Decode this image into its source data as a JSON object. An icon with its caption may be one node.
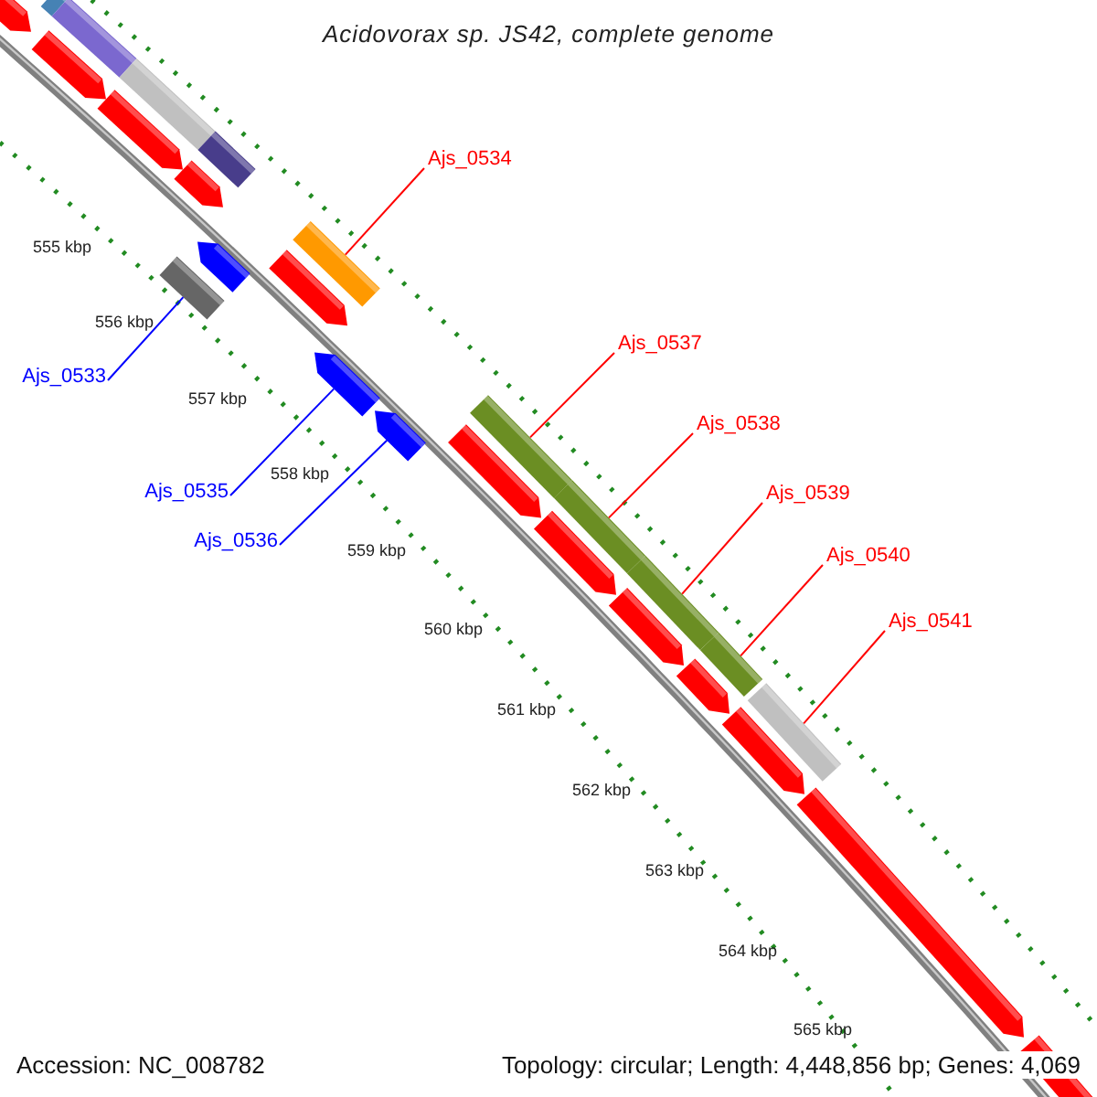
{
  "diagram": {
    "title": "Acidovorax sp. JS42, complete genome",
    "nodes": [
      {
        "text": [
          "Ajs_0534"
        ]
      },
      {
        "text": [
          "Ajs_0537"
        ]
      },
      {
        "text": [
          "Ajs_0538"
        ]
      },
      {
        "text": [
          "Ajs_0539"
        ]
      },
      {
        "text": [
          "Ajs_0540"
        ]
      },
      {
        "text": [
          "Ajs_0541"
        ]
      },
      {
        "text": [
          "Ajs_0533"
        ]
      },
      {
        "text": [
          "Ajs_0535"
        ]
      },
      {
        "text": [
          "Ajs_0536"
        ]
      },
      {
        "text": [],
        "shape": "bar"
      },
      {
        "text": [],
        "shape": "bar"
      },
      {
        "text": [],
        "shape": "bar"
      },
      {
        "text": [],
        "shape": "bar"
      },
      {
        "text": [],
        "shape": "bar"
      },
      {
        "text": [],
        "shape": "bar"
      },
      {
        "text": [],
        "shape": "bar"
      },
      {
        "text": [],
        "shape": "arrow"
      },
      {
        "text": [],
        "shape": "arrow"
      },
      {
        "text": [],
        "shape": "bar"
      },
      {
        "text": [],
        "shape": "bar"
      },
      {
        "text": [],
        "shape": "bar"
      },
      {
        "text": [],
        "shape": "bar"
      },
      {
        "text": [],
        "shape": "arrow"
      },
      {
        "text": [],
        "shape": "arrow"
      },
      {
        "text": [],
        "shape": "arrow"
      },
      {
        "text": [],
        "shape": "arrow"
      },
      {
        "text": [],
        "shape": "arrow"
      },
      {
        "text": [],
        "shape": "arrow"
      },
      {
        "text": [],
        "shape": "arrow"
      },
      {
        "text": [],
        "shape": "arrow"
      },
      {
        "text": [],
        "shape": "arrow"
      },
      {
        "text": [],
        "shape": "arrow"
      },
      {
        "text": [],
        "shape": "arrow"
      },
      {
        "text": [],
        "shape": "arrow"
      },
      {
        "text": [],
        "shape": "arrow"
      }
    ],
    "edges": [
      {
        "from": 0,
        "to": 9,
        "arrow": "none"
      },
      {
        "from": 1,
        "to": 10,
        "arrow": "none"
      },
      {
        "from": 2,
        "to": 11,
        "arrow": "none"
      },
      {
        "from": 3,
        "to": 12,
        "arrow": "none"
      },
      {
        "from": 4,
        "to": 13,
        "arrow": "none"
      },
      {
        "from": 5,
        "to": 14,
        "arrow": "none"
      },
      {
        "from": 6,
        "to": 15,
        "arrow": "none",
        "color": "#0000ff"
      },
      {
        "from": 7,
        "to": 16,
        "arrow": "none",
        "color": "#0000ff"
      },
      {
        "from": 8,
        "to": 17,
        "arrow": "none",
        "color": "#0000ff"
      }
    ],
    "labels": [
      "555 kbp",
      "556 kbp",
      "557 kbp",
      "558 kbp",
      "559 kbp",
      "560 kbp",
      "561 kbp",
      "562 kbp",
      "563 kbp",
      "564 kbp",
      "565 kbp",
      "Accession: NC_008782",
      "Topology: circular; Length: 4,448,856 bp; Genes: 4,069"
    ]
  }
}
